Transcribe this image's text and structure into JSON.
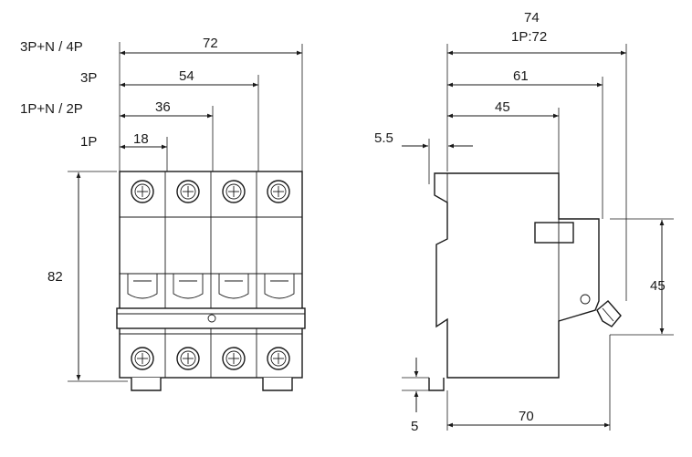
{
  "front_view": {
    "labels": {
      "p4": "3P+N / 4P",
      "p3": "3P",
      "p2": "1P+N / 2P",
      "p1": "1P"
    },
    "widths": {
      "p4": "72",
      "p3": "54",
      "p2": "36",
      "p1": "18"
    },
    "height": "82"
  },
  "side_view": {
    "overall_depth": "74",
    "overall_depth_1p": "1P:72",
    "depth_61": "61",
    "depth_45": "45",
    "offset_top": "5.5",
    "step_height": "45",
    "foot_height": "5",
    "base_depth": "70"
  }
}
